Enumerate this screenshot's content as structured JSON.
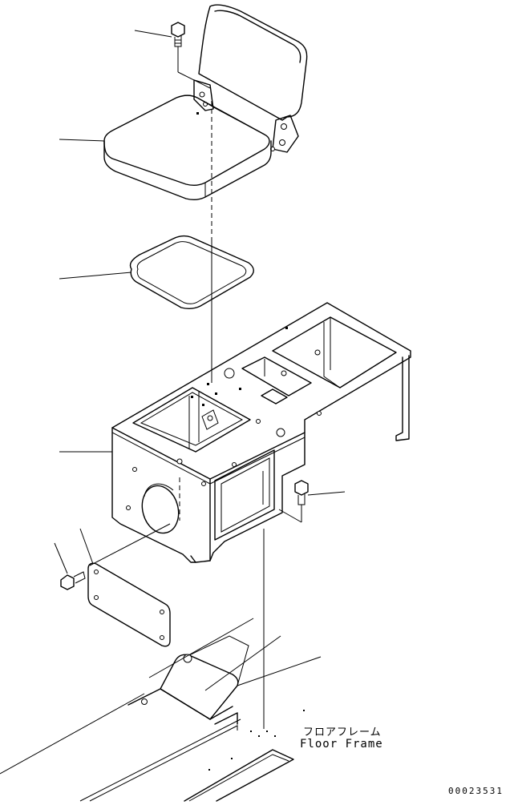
{
  "labels": {
    "floor_frame_jp": "フロアフレーム",
    "floor_frame_en": "Floor Frame"
  },
  "drawing_number": "00023531"
}
